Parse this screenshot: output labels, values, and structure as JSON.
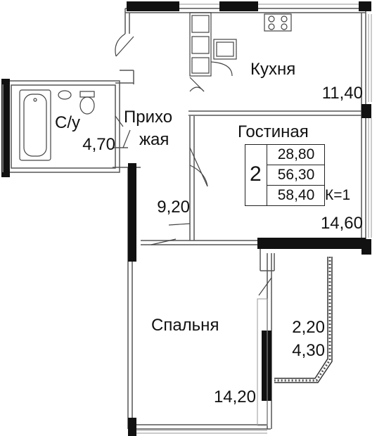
{
  "rooms": {
    "kitchen": {
      "name": "Кухня",
      "area": "11,40"
    },
    "living": {
      "name": "Гостиная",
      "area": "14,60"
    },
    "bathroom": {
      "name": "С/у",
      "area": "4,70"
    },
    "hallway": {
      "name_line1": "Прихо",
      "name_line2": "жая",
      "area": "9,20"
    },
    "bedroom": {
      "name": "Спальня",
      "area": "14,20"
    },
    "balcony": {
      "area_1": "2,20",
      "area_2": "4,30"
    }
  },
  "summary": {
    "rooms_count": "2",
    "living_area": "28,80",
    "total_area": "56,30",
    "total_with_balcony": "58,40",
    "coefficient": "К=1"
  },
  "colors": {
    "wall": "#111111",
    "line": "#333333",
    "thin": "#888888",
    "window": "#aaaaaa"
  }
}
